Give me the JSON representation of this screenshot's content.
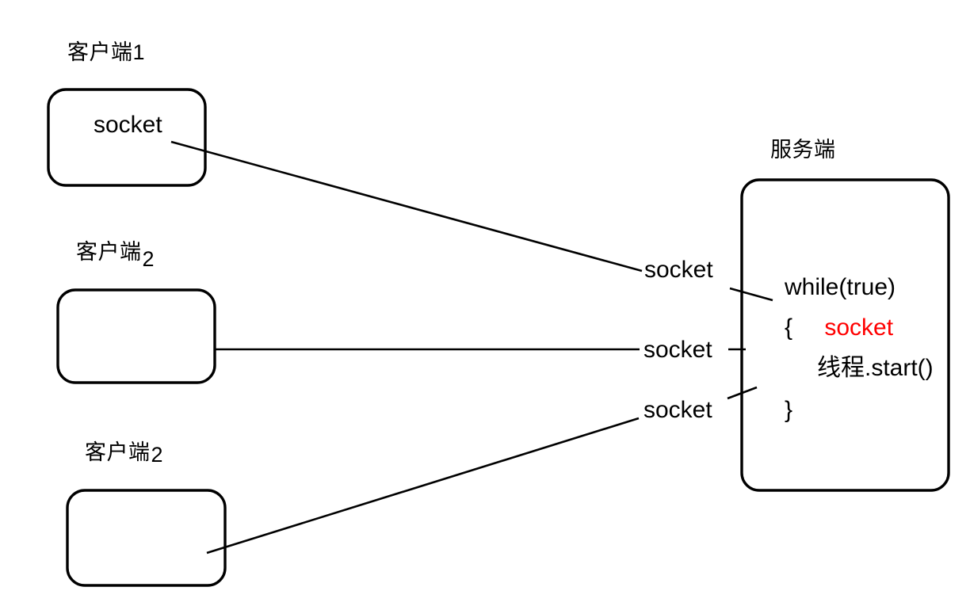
{
  "diagram": {
    "title": "Socket multi-client server diagram",
    "accent_color": "#ff0000",
    "line_color": "#000000",
    "background_color": "#ffffff"
  },
  "clients": [
    {
      "label_cn": "客户端",
      "label_index": "1",
      "box_text": "socket",
      "edge_label": "socket"
    },
    {
      "label_cn": "客户端",
      "label_index": "2",
      "box_text": "",
      "edge_label": "socket"
    },
    {
      "label_cn": "客户端",
      "label_index": "2",
      "box_text": "",
      "edge_label": "socket"
    }
  ],
  "server": {
    "label_cn": "服务端",
    "code": {
      "line1": "while(true)",
      "line2_brace": "{",
      "line2_accent": "socket",
      "line3": "线程.start()",
      "line4": "}"
    }
  }
}
